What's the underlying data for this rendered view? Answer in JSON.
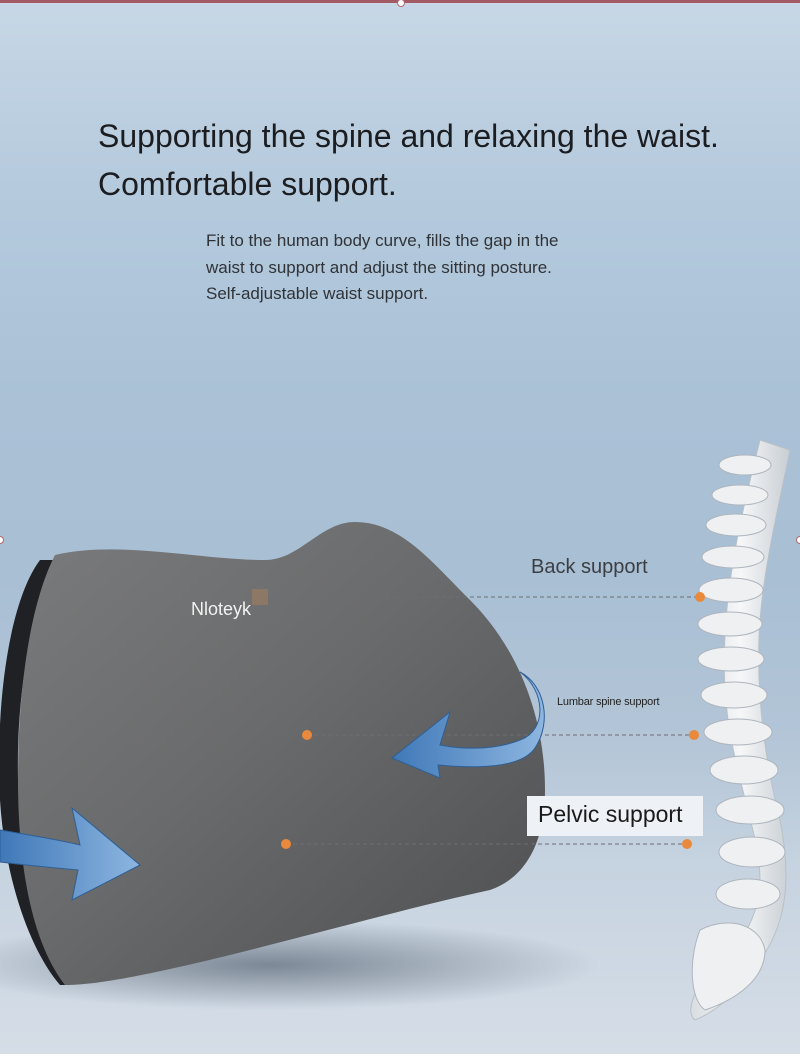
{
  "headline": {
    "line1": "Supporting the spine and relaxing the waist.",
    "line2": "Comfortable support."
  },
  "description": {
    "line1": "Fit to the human body curve, fills the gap in the",
    "line2": "waist to support and adjust the sitting posture.",
    "line3": "Self-adjustable waist support."
  },
  "brand": "Nloteyk",
  "callouts": {
    "back": "Back support",
    "lumbar": "Lumbar spine support",
    "pelvic": "Pelvic support"
  },
  "colors": {
    "accent_dot": "#e9893b",
    "cushion": "#6f7071",
    "arrow": "#5a8fc9",
    "frame_rule": "#a45a64"
  }
}
